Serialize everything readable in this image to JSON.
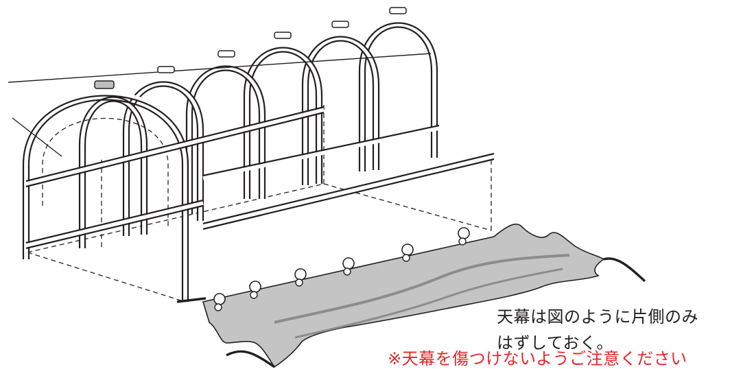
{
  "annotation": {
    "line1": "天幕は図のように片側のみ",
    "line2": "はずしておく。"
  },
  "caution": "※天幕を傷つけないようご注意ください",
  "colors": {
    "line": "#231f20",
    "caution": "#e8242a",
    "cover_fill": "#c4c4c4",
    "cover_fold": "#8c8c8c",
    "clip_fill": "#bdbdbd"
  }
}
